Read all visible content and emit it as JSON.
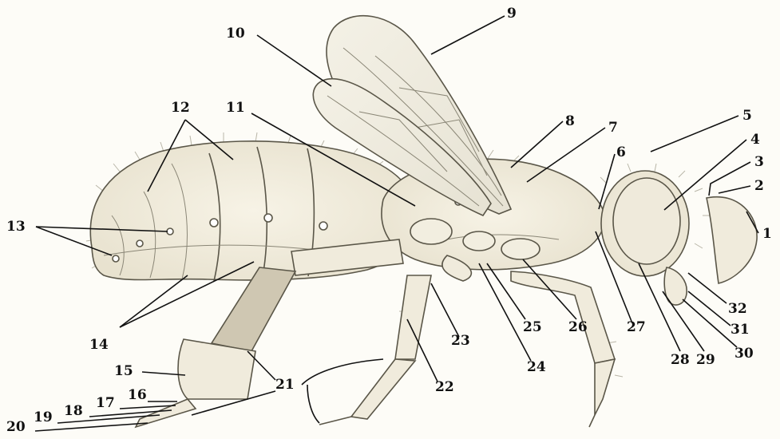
{
  "labels": [
    "1",
    "2",
    "3",
    "4",
    "5",
    "6",
    "7",
    "8",
    "9",
    "10",
    "11",
    "12",
    "13",
    "14",
    "15",
    "16",
    "17",
    "18",
    "19",
    "20",
    "21",
    "22",
    "23",
    "24",
    "25",
    "26",
    "27",
    "28",
    "29",
    "30",
    "31",
    "32"
  ]
}
